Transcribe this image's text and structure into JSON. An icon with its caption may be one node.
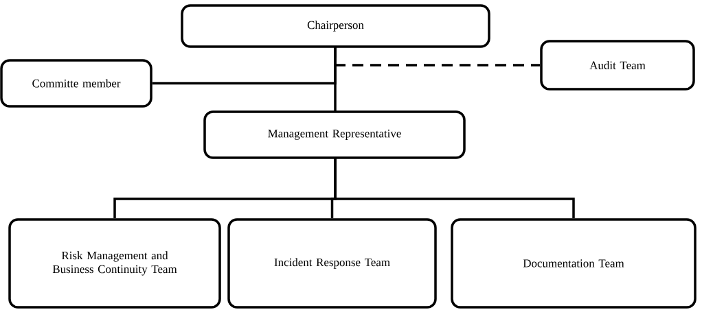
{
  "diagram": {
    "nodes": [
      {
        "text": [
          "Chairperson"
        ]
      },
      {
        "text": [
          "Committe member"
        ]
      },
      {
        "text": [
          "Audit Team"
        ]
      },
      {
        "text": [
          "Management Representative"
        ]
      },
      {
        "text": [
          "Risk Management and Business Continuity Team"
        ]
      },
      {
        "text": [
          "Incident Response Team"
        ]
      },
      {
        "text": [
          "Documentation Team"
        ]
      }
    ],
    "edges": [
      {
        "from": 0,
        "to": 3,
        "arrow": "none"
      },
      {
        "from": 0,
        "to": 1,
        "arrow": "none"
      },
      {
        "from": 0,
        "to": 2,
        "arrow": "none",
        "style": "dashed"
      },
      {
        "from": 3,
        "to": 4,
        "arrow": "none"
      },
      {
        "from": 3,
        "to": 5,
        "arrow": "none"
      },
      {
        "from": 3,
        "to": 6,
        "arrow": "none"
      }
    ]
  }
}
